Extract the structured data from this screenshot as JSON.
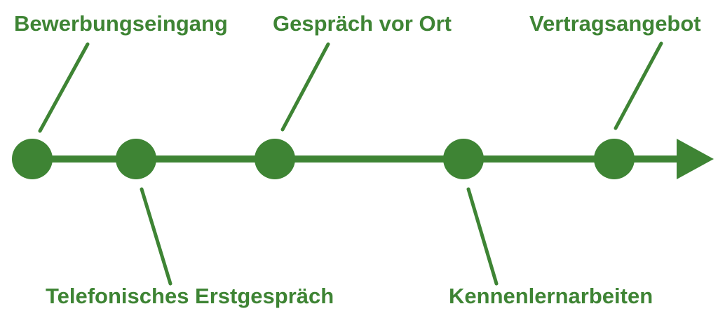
{
  "diagram": {
    "type": "timeline",
    "flow_direction": "left-to-right",
    "accent_color": "#3e8434",
    "background_color": "#ffffff",
    "arrow_icon": "right-arrowhead",
    "steps": [
      {
        "order": 1,
        "label": "Bewerbungseingang",
        "label_position": "above"
      },
      {
        "order": 2,
        "label": "Telefonisches Erstgespräch",
        "label_position": "below"
      },
      {
        "order": 3,
        "label": "Gespräch vor Ort",
        "label_position": "above"
      },
      {
        "order": 4,
        "label": "Kennenlernarbeiten",
        "label_position": "below"
      },
      {
        "order": 5,
        "label": "Vertragsangebot",
        "label_position": "above"
      }
    ]
  }
}
